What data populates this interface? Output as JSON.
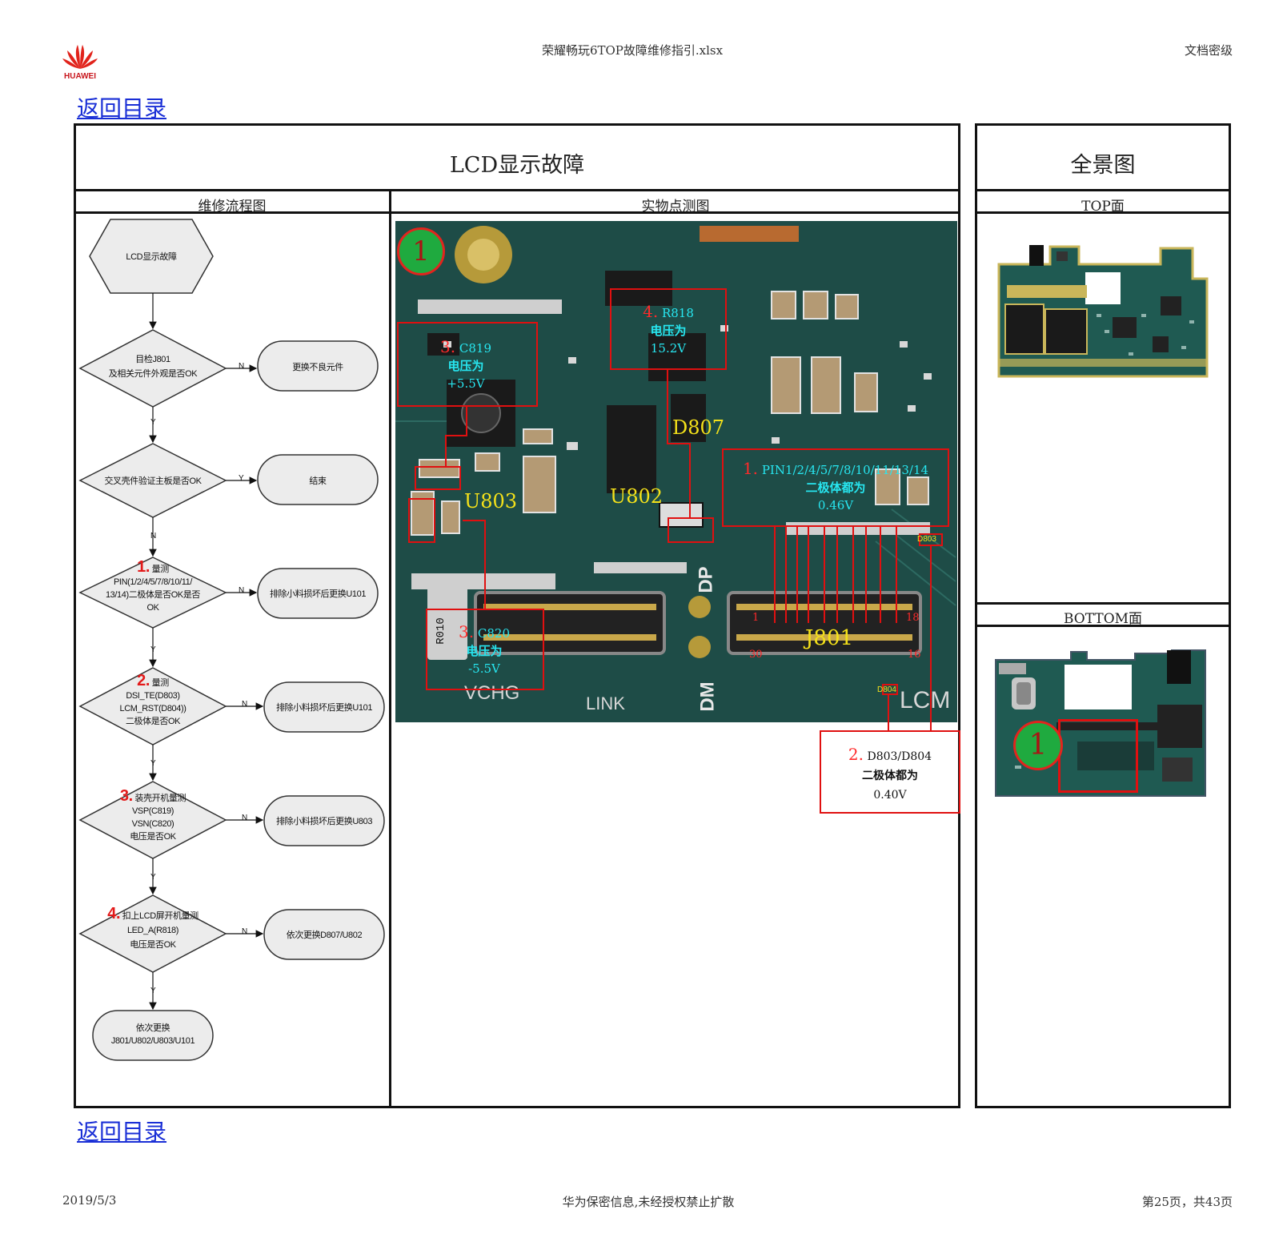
{
  "header": {
    "logo_text": "HUAWEI",
    "file_title": "荣耀畅玩6TOP故障维修指引.xlsx",
    "security": "文档密级"
  },
  "nav": {
    "back_link": "返回目录"
  },
  "main": {
    "title": "LCD显示故障",
    "flow_header": "维修流程图",
    "photo_header": "实物点测图"
  },
  "side": {
    "title": "全景图",
    "top_label": "TOP面",
    "bottom_label": "BOTTOM面",
    "marker": "1"
  },
  "flow": {
    "start": "LCD显示故障",
    "d1": [
      "目检J801",
      "及相关元件外观是否OK"
    ],
    "d1_no": "更换不良元件",
    "d2": "交叉壳件验证主板是否OK",
    "d2_yes": "结束",
    "d3_num": "1.",
    "d3": [
      "量测",
      "PIN(1/2/4/5/7/8/10/11/",
      "13/14)二极体是否OK是否",
      "OK"
    ],
    "d3_no": "排除小料损坏后更换U101",
    "d4_num": "2.",
    "d4": [
      "量测",
      "DSI_TE(D803)",
      "LCM_RST(D804))",
      "二极体是否OK"
    ],
    "d4_no": "排除小料损坏后更换U101",
    "d5_num": "3.",
    "d5": [
      "装壳开机量测",
      "VSP(C819)",
      "VSN(C820)",
      "电压是否OK"
    ],
    "d5_no": "排除小料损坏后更换U803",
    "d6_num": "4.",
    "d6": [
      "扣上LCD屏开机量测",
      "LED_A(R818)",
      "电压是否OK"
    ],
    "d6_no": "依次更换D807/U802",
    "end": [
      "依次更换",
      "J801/U802/U803/U101"
    ],
    "y": "Y",
    "n": "N"
  },
  "annotations": {
    "marker": "1",
    "a1_num": "1.",
    "a1_title": "PIN1/2/4/5/7/8/10/11/13/14",
    "a1_l2": "二极体都为",
    "a1_l3": "0.46V",
    "a2_num": "2.",
    "a2_title": "D803/D804",
    "a2_l2": "二极体都为",
    "a2_l3": "0.40V",
    "a3_num": "3.",
    "a3_title": "C819",
    "a3_l2": "电压为",
    "a3_l3": "+5.5V",
    "a3b_num": "3.",
    "a3b_title": "C820",
    "a3b_l2": "电压为",
    "a3b_l3": "-5.5V",
    "a4_num": "4.",
    "a4_title": "R818",
    "a4_l2": "电压为",
    "a4_l3": "15.2V",
    "u803": "U803",
    "u802": "U802",
    "d807": "D807",
    "j801": "J801",
    "d803": "D803",
    "d804": "D804",
    "pin1": "1",
    "pin18": "18",
    "pin30": "30",
    "pin16": "16",
    "silk_dp": "DP",
    "silk_dm": "DM",
    "silk_lcm": "LCM",
    "silk_vchg": "VCHG",
    "silk_link": "LINK",
    "silk_r010": "R010"
  },
  "footer": {
    "date": "2019/5/3",
    "notice": "华为保密信息,未经授权禁止扩散",
    "page": "第25页，共43页"
  },
  "colors": {
    "link": "#1a2fd6",
    "annotation_red": "#e01010",
    "annotation_cyan": "#27e6f0",
    "label_yellow": "#f4e11a",
    "pcb": "#1d4a45",
    "marker_green": "#1faa3f"
  }
}
